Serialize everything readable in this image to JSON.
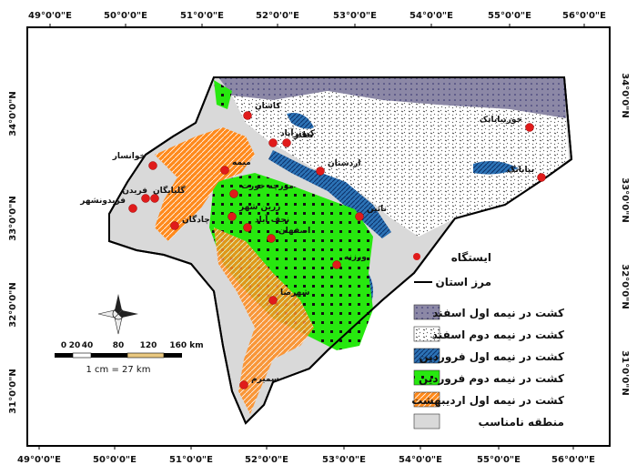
{
  "map": {
    "top_ticks": [
      "49°0'0\"E",
      "50°0'0\"E",
      "51°0'0\"E",
      "52°0'0\"E",
      "53°0'0\"E",
      "54°0'0\"E",
      "55°0'0\"E",
      "56°0'0\"E"
    ],
    "bottom_ticks": [
      "49°0'0\"E",
      "50°0'0\"E",
      "51°0'0\"E",
      "52°0'0\"E",
      "53°0'0\"E",
      "54°0'0\"E",
      "55°0'0\"E",
      "56°0'0\"E"
    ],
    "left_ticks": [
      "34°0'0\"N",
      "33°0'0\"N",
      "32°0'0\"N",
      "31°0'0\"N"
    ],
    "right_ticks": [
      "34°0'0\"N",
      "33°0'0\"N",
      "32°0'0\"N",
      "31°0'0\"N"
    ]
  },
  "stations": [
    {
      "name": "کاشان"
    },
    {
      "name": "نطنز"
    },
    {
      "name": "اردستان"
    },
    {
      "name": "کبوترآباد"
    },
    {
      "name": "میمه"
    },
    {
      "name": "خوانسار"
    },
    {
      "name": "فریدن"
    },
    {
      "name": "فریدونشهر"
    },
    {
      "name": "چادگان"
    },
    {
      "name": "زرین شهر"
    },
    {
      "name": "اصفهان"
    },
    {
      "name": "ورزنه"
    },
    {
      "name": "شهرضا"
    },
    {
      "name": "سمیرم"
    },
    {
      "name": "نائین"
    },
    {
      "name": "خوربیابانک"
    },
    {
      "name": "بیابانک"
    },
    {
      "name": "مورچه خورت"
    },
    {
      "name": "نجف آباد"
    },
    {
      "name": "گلپایگان"
    }
  ],
  "legend": {
    "station": "ایستگاه",
    "border": "مرز استان",
    "classes": [
      {
        "label": "کشت در نیمه اول اسفند",
        "color": "#8c88a6"
      },
      {
        "label": "کشت در نیمه دوم اسفند",
        "color": "#ffffff"
      },
      {
        "label": "کشت در نیمه اول فروردین",
        "color": "#2c73b6"
      },
      {
        "label": "کشت در نیمه دوم فروردین",
        "color": "#27e80f"
      },
      {
        "label": "کشت در نیمه اول اردیبهشت",
        "color": "#ff8a1c"
      },
      {
        "label": "منطقه نامناسب",
        "color": "#d9d9d9"
      }
    ]
  },
  "scalebar": {
    "ticks": [
      "0",
      "20",
      "40",
      "80",
      "120",
      "160 km"
    ],
    "ratio": "1 cm = 27 km"
  },
  "north_arrow": {
    "label": "N"
  }
}
